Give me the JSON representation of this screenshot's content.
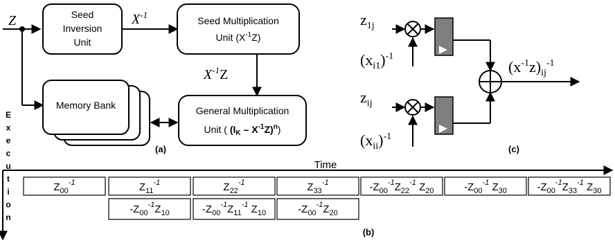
{
  "panel_a": {
    "input_label": "Z",
    "seed_inversion_line1": "Seed",
    "seed_inversion_line2": "Inversion",
    "seed_inversion_line3": "Unit",
    "x_inv_label_base": "X",
    "x_inv_label_exp": "-1",
    "seed_mult_line1": "Seed Multiplication",
    "seed_mult_line2_pre": "Unit (X",
    "seed_mult_line2_exp": "-1",
    "seed_mult_line2_post": "Z)",
    "x_inv_z_base": "X",
    "x_inv_z_exp": "-1",
    "x_inv_z_post": "Z",
    "memory_bank": "Memory Bank",
    "gen_mult_line1": "General Multiplication",
    "gen_mult_line2_pre": "Unit ( ",
    "gen_mult_line2_bold": "(I",
    "gen_mult_line2_sub": "K",
    "gen_mult_line2_bold2": " – X",
    "gen_mult_line2_exp": "-1",
    "gen_mult_line2_bold3": "Z)",
    "gen_mult_line2_exp2": "n",
    "gen_mult_line2_post": ")",
    "caption": "(a)"
  },
  "panel_c": {
    "z1j_base": "z",
    "z1j_sub": "1j",
    "xi1_base": "(x",
    "xi1_sub": "i1",
    "xi1_post": ")",
    "xi1_exp": "-1",
    "zij_base": "z",
    "zij_sub": "ij",
    "xii_base": "(x",
    "xii_sub": "ii",
    "xii_post": ")",
    "xii_exp": "-1",
    "out_pre": "(x",
    "out_exp1": "-1",
    "out_mid": "z)",
    "out_sub": "ij",
    "out_exp2": "-1",
    "caption": "(c)"
  },
  "panel_b": {
    "time_label": "Time",
    "execution_letters": [
      "E",
      "x",
      "e",
      "c",
      "u",
      "t",
      "i",
      "o",
      "n"
    ],
    "row1": [
      "Z00^-1",
      "Z11^-1",
      "Z22^-1",
      "Z33^-1",
      "-Z00^-1 Z22^-1 Z20",
      "-Z00^-1 Z30",
      "-Z00^-1 Z33^-1 Z30"
    ],
    "row2": [
      "-Z00^-1 Z10",
      "-Z00^-1 Z11^-1 Z10",
      "-Z00^-1 Z20"
    ],
    "caption": "(b)"
  },
  "colors": {
    "stroke": "#000000",
    "register_fill": "#7f7f7f",
    "background": "#ffffff"
  }
}
